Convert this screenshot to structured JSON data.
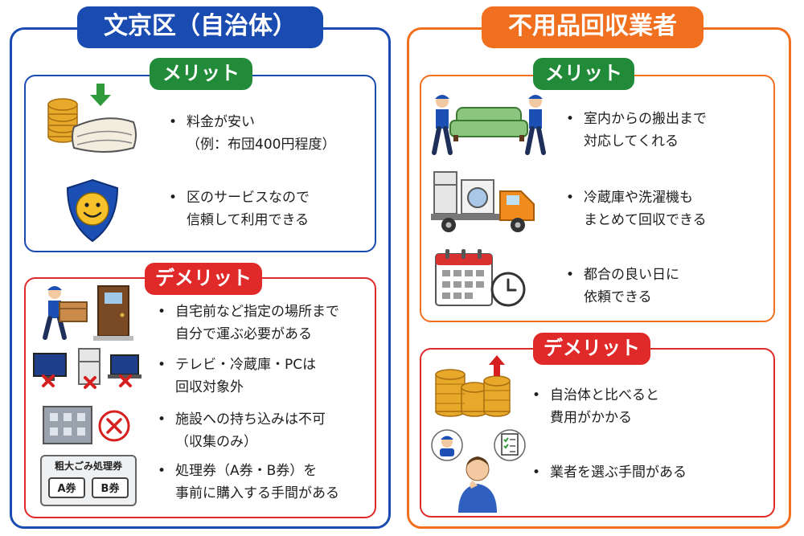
{
  "colors": {
    "blue": "#1a4bb0",
    "orange": "#f07020",
    "green": "#228b3a",
    "red": "#e02a2a"
  },
  "left": {
    "title": "文京区（自治体）",
    "merit": {
      "label": "メリット",
      "items": [
        {
          "icon": "coins-futon-icon",
          "bullet": "•",
          "line1": "料金が安い",
          "line2": "（例：布団400円程度）"
        },
        {
          "icon": "smiley-shield-icon",
          "bullet": "•",
          "line1": "区のサービスなので",
          "line2": "信頼して利用できる"
        }
      ]
    },
    "demerit": {
      "label": "デメリット",
      "items": [
        {
          "icon": "worker-carrying-box-icon",
          "bullet": "•",
          "line1": "自宅前など指定の場所まで",
          "line2": "自分で運ぶ必要がある"
        },
        {
          "icon": "excluded-appliances-icon",
          "bullet": "•",
          "line1": "テレビ・冷蔵庫・PCは",
          "line2": "回収対象外"
        },
        {
          "icon": "facility-no-icon",
          "bullet": "•",
          "line1": "施設への持ち込みは不可",
          "line2": "（収集のみ）"
        },
        {
          "icon": "ticket-icon",
          "bullet": "•",
          "line1": "処理券（A券・B券）を",
          "line2": "事前に購入する手間がある"
        }
      ],
      "ticket": {
        "title": "粗大ごみ処理券",
        "a": "A券",
        "b": "B券"
      }
    }
  },
  "right": {
    "title": "不用品回収業者",
    "merit": {
      "label": "メリット",
      "items": [
        {
          "icon": "workers-carrying-sofa-icon",
          "bullet": "•",
          "line1": "室内からの搬出まで",
          "line2": "対応してくれる"
        },
        {
          "icon": "truck-appliances-icon",
          "bullet": "•",
          "line1": "冷蔵庫や洗濯機も",
          "line2": "まとめて回収できる"
        },
        {
          "icon": "calendar-clock-icon",
          "bullet": "•",
          "line1": "都合の良い日に",
          "line2": "依頼できる"
        }
      ]
    },
    "demerit": {
      "label": "デメリット",
      "items": [
        {
          "icon": "rising-coins-icon",
          "bullet": "•",
          "line1": "自治体と比べると",
          "line2": "費用がかかる"
        },
        {
          "icon": "choosing-vendor-icon",
          "bullet": "•",
          "line1": "業者を選ぶ手間がある"
        }
      ]
    }
  }
}
